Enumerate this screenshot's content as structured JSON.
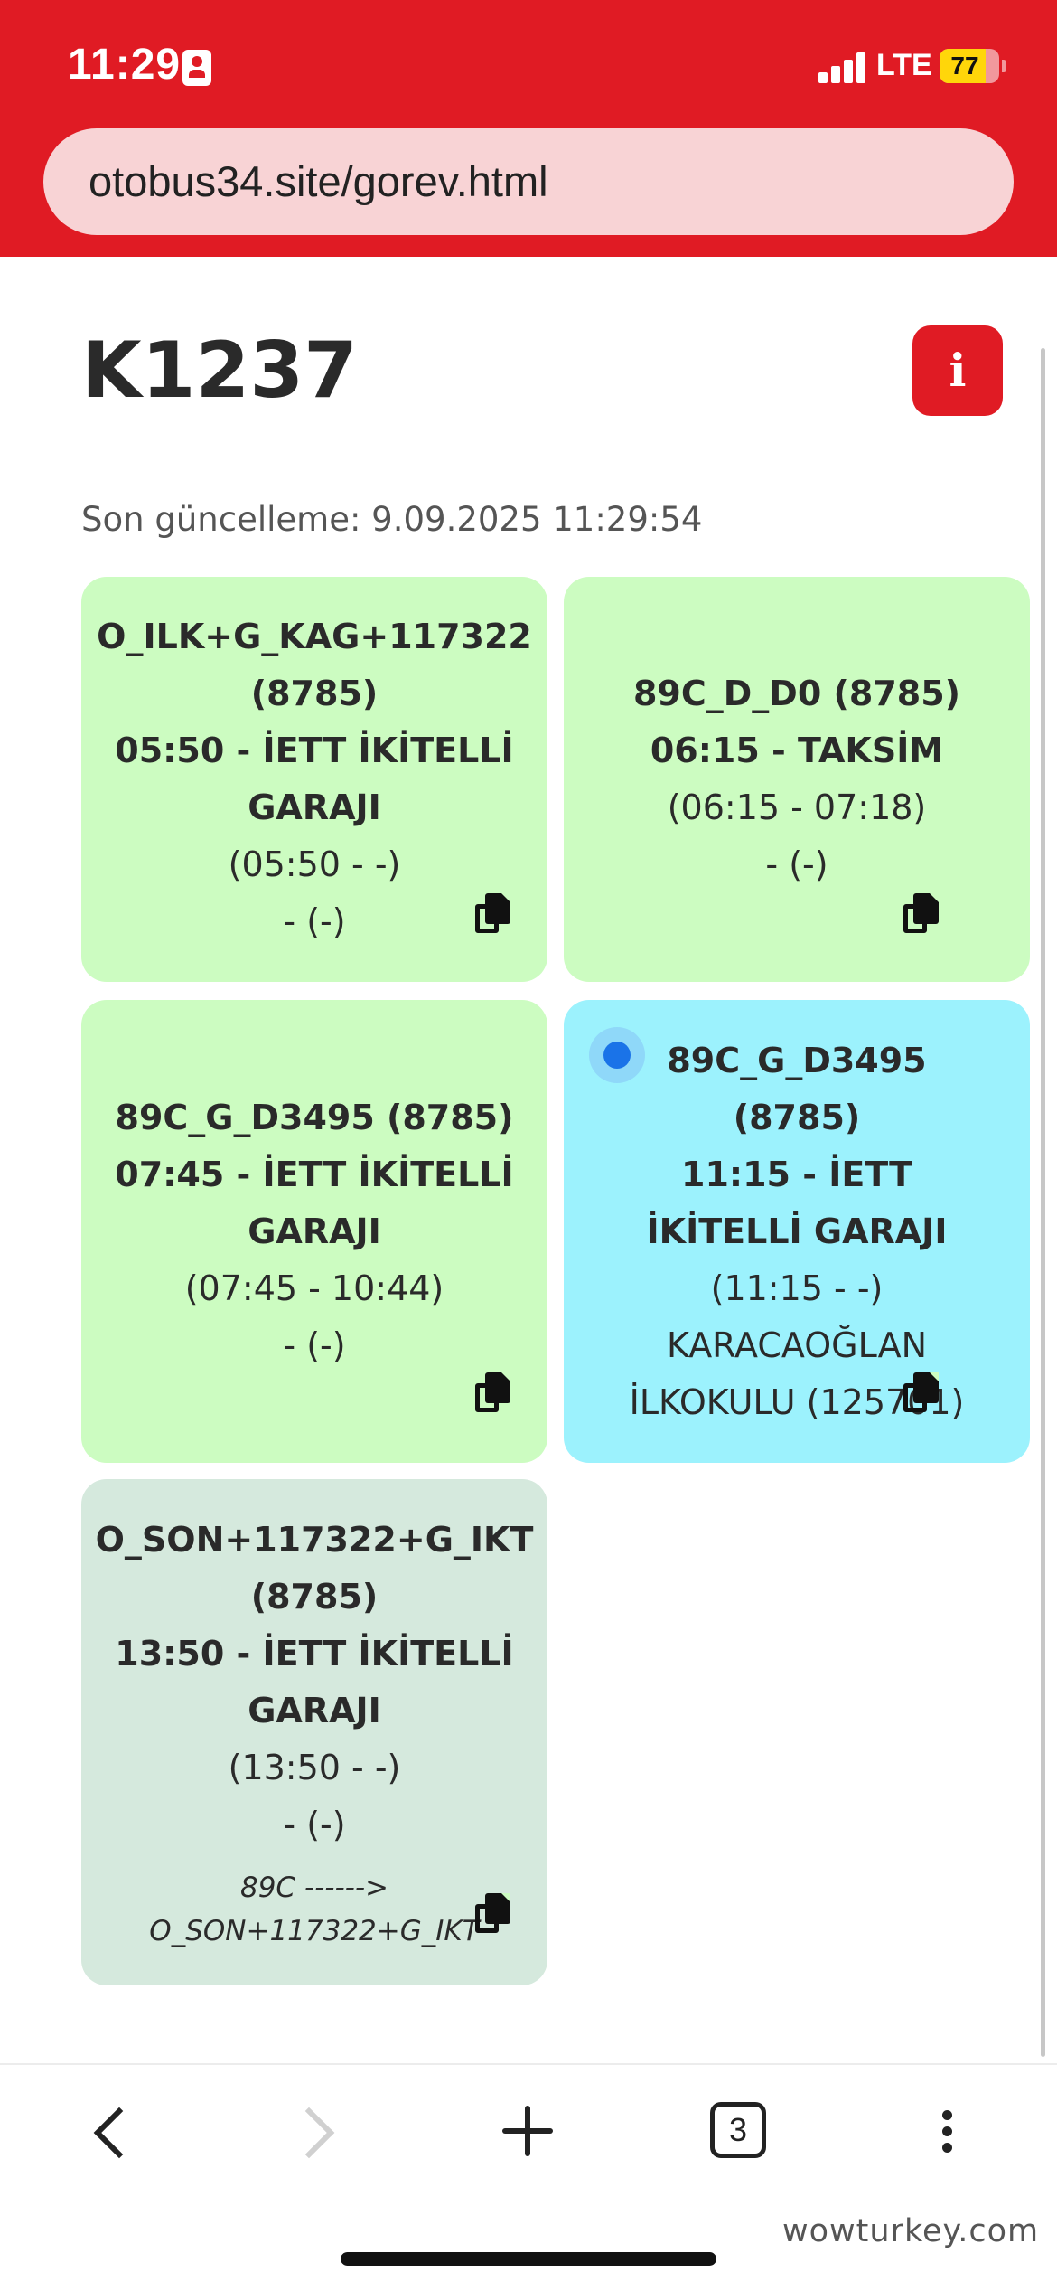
{
  "status_bar": {
    "time": "11:29",
    "network": "LTE",
    "battery_text": "77",
    "battery_level": 0.77
  },
  "browser": {
    "url": "otobus34.site/gorev.html"
  },
  "page": {
    "title": "K1237",
    "info_label": "i",
    "updated": "Son güncelleme: 9.09.2025 11:29:54"
  },
  "cards": [
    {
      "color": "#ccfcc1",
      "lines": [
        "O_ILK+G_KAG+117322",
        "(8785)",
        "05:50 - İETT İKİTELLİ",
        "GARAJI",
        "(05:50 - -)",
        "- (-)"
      ],
      "bold_lines": 4
    },
    {
      "color": "#ccfcc1",
      "lines": [
        "89C_D_D0 (8785)",
        "06:15 - TAKSİM",
        "(06:15 - 07:18)",
        "- (-)"
      ],
      "bold_lines": 2
    },
    {
      "color": "#ccfcc1",
      "lines": [
        "89C_G_D3495 (8785)",
        "07:45 - İETT İKİTELLİ",
        "GARAJI",
        "(07:45 - 10:44)",
        "- (-)"
      ],
      "bold_lines": 3
    },
    {
      "color": "#9cf2fd",
      "active": true,
      "lines": [
        "89C_G_D3495",
        "(8785)",
        "11:15 - İETT",
        "İKİTELLİ GARAJI",
        "(11:15 - -)",
        "KARACAOĞLAN",
        "İLKOKULU (125701)"
      ],
      "bold_lines": 4
    },
    {
      "color": "#d5e9dd",
      "lines": [
        "O_SON+117322+G_IKT",
        "(8785)",
        "13:50 - İETT İKİTELLİ",
        "GARAJI",
        "(13:50 - -)",
        "- (-)"
      ],
      "bold_lines": 4,
      "note": [
        "89C ------>",
        "O_SON+117322+G_IKT"
      ]
    }
  ],
  "bottom_nav": {
    "tab_count": "3"
  },
  "watermark": "wowturkey.com",
  "icons": [
    "id-card-icon",
    "signal-icon",
    "battery-icon",
    "info-icon",
    "copy-icon",
    "live-location-icon",
    "back-icon",
    "forward-icon",
    "new-tab-icon",
    "tabs-icon",
    "more-icon"
  ]
}
